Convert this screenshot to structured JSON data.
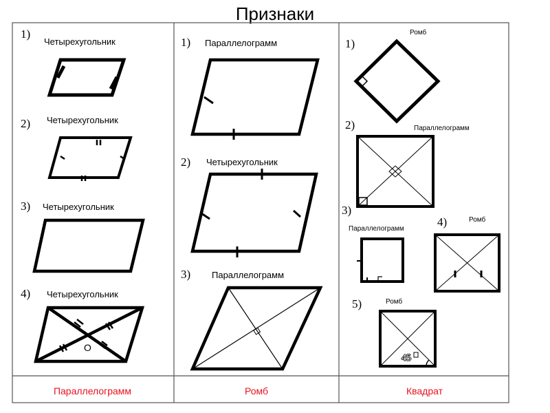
{
  "title": "Признаки",
  "columns": [
    {
      "footer": "Параллелограмм",
      "items": [
        {
          "num": "1)",
          "label": "Четырехугольник"
        },
        {
          "num": "2)",
          "label": "Четырехугольник"
        },
        {
          "num": "3)",
          "label": "Четырехугольник"
        },
        {
          "num": "4)",
          "label": "Четырехугольник",
          "center_label": "O"
        }
      ]
    },
    {
      "footer": "Ромб",
      "items": [
        {
          "num": "1)",
          "label": "Параллелограмм"
        },
        {
          "num": "2)",
          "label": "Четырехугольник"
        },
        {
          "num": "3)",
          "label": "Параллелограмм"
        }
      ]
    },
    {
      "footer": "Квадрат",
      "items": [
        {
          "num": "1)",
          "label": "Ромб"
        },
        {
          "num": "2)",
          "label": "Параллелограмм"
        },
        {
          "num": "3)",
          "label": "Параллелограмм"
        },
        {
          "num": "4)",
          "label": "Ромб"
        },
        {
          "num": "5)",
          "label": "Ромб",
          "angle_label": "45"
        }
      ]
    }
  ],
  "colors": {
    "footer_text": "#e8111f",
    "grid_line": "#555555",
    "figure": "#000000"
  }
}
